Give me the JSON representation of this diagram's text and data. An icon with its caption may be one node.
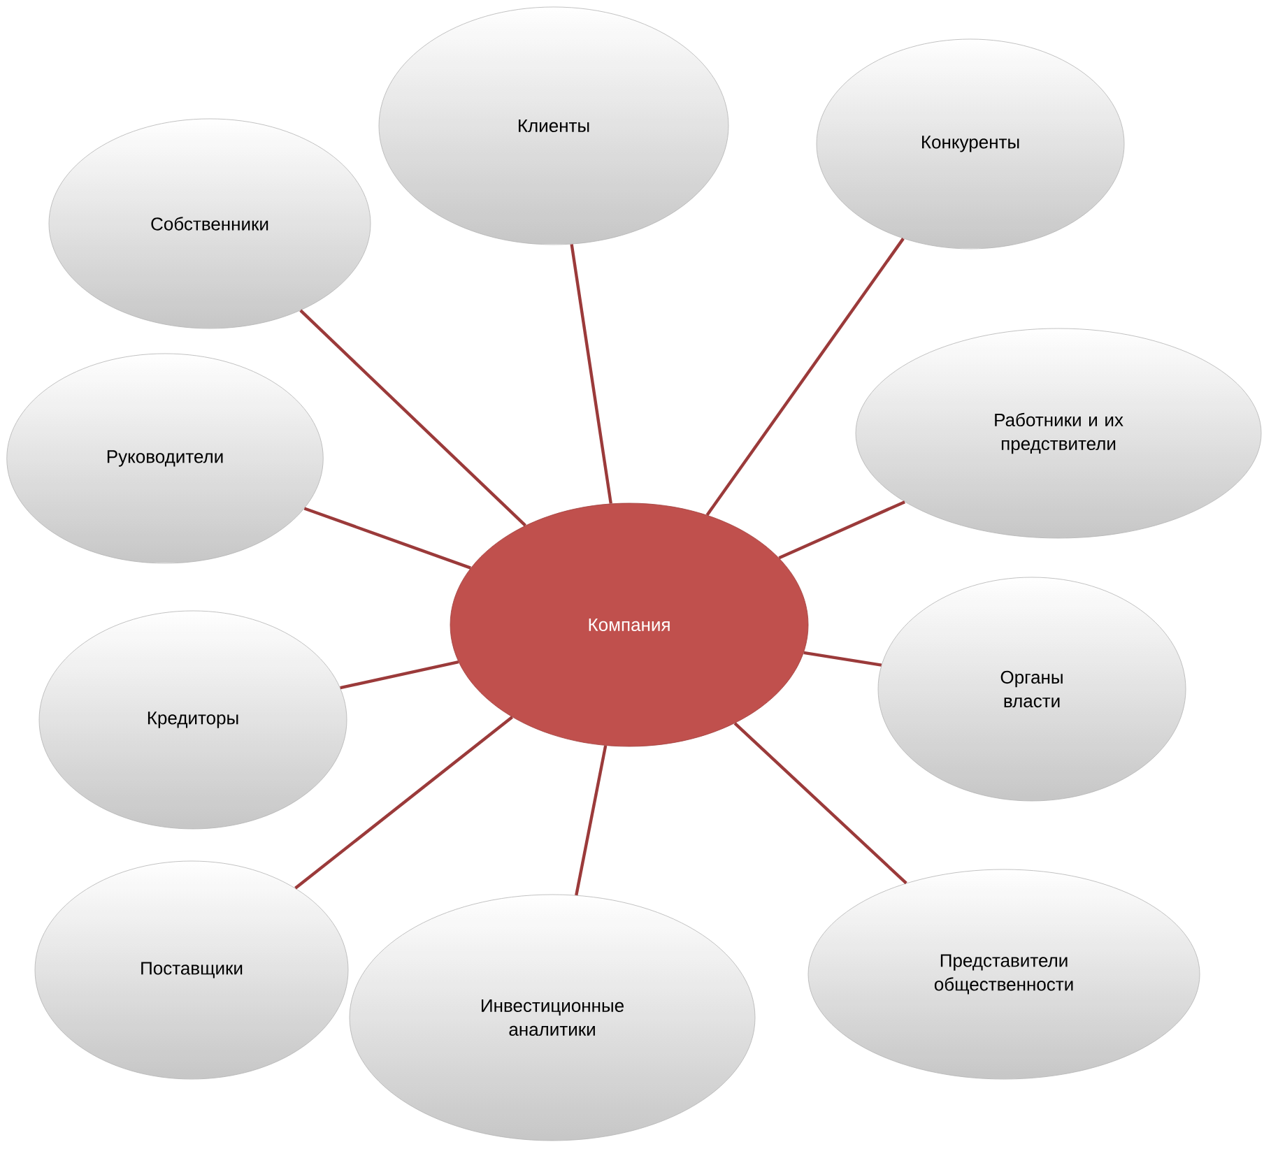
{
  "diagram": {
    "nodes": [
      {
        "text": [
          "Компания"
        ]
      },
      {
        "text": [
          "Клиенты"
        ]
      },
      {
        "text": [
          "Конкуренты"
        ]
      },
      {
        "text": [
          "Собственники"
        ]
      },
      {
        "text": [
          "Работники и их предствители"
        ]
      },
      {
        "text": [
          "Руководители"
        ]
      },
      {
        "text": [
          "Органы власти"
        ]
      },
      {
        "text": [
          "Кредиторы"
        ]
      },
      {
        "text": [
          "Представители общественности"
        ]
      },
      {
        "text": [
          "Поставщики"
        ]
      },
      {
        "text": [
          "Инвестиционные аналитики"
        ]
      }
    ],
    "edges": [
      {
        "from": 0,
        "to": 1,
        "arrow": "none"
      },
      {
        "from": 0,
        "to": 2,
        "arrow": "none"
      },
      {
        "from": 0,
        "to": 3,
        "arrow": "none"
      },
      {
        "from": 0,
        "to": 4,
        "arrow": "none"
      },
      {
        "from": 0,
        "to": 5,
        "arrow": "none"
      },
      {
        "from": 0,
        "to": 6,
        "arrow": "none"
      },
      {
        "from": 0,
        "to": 7,
        "arrow": "none"
      },
      {
        "from": 0,
        "to": 8,
        "arrow": "none"
      },
      {
        "from": 0,
        "to": 9,
        "arrow": "none"
      },
      {
        "from": 0,
        "to": 10,
        "arrow": "none"
      }
    ]
  }
}
